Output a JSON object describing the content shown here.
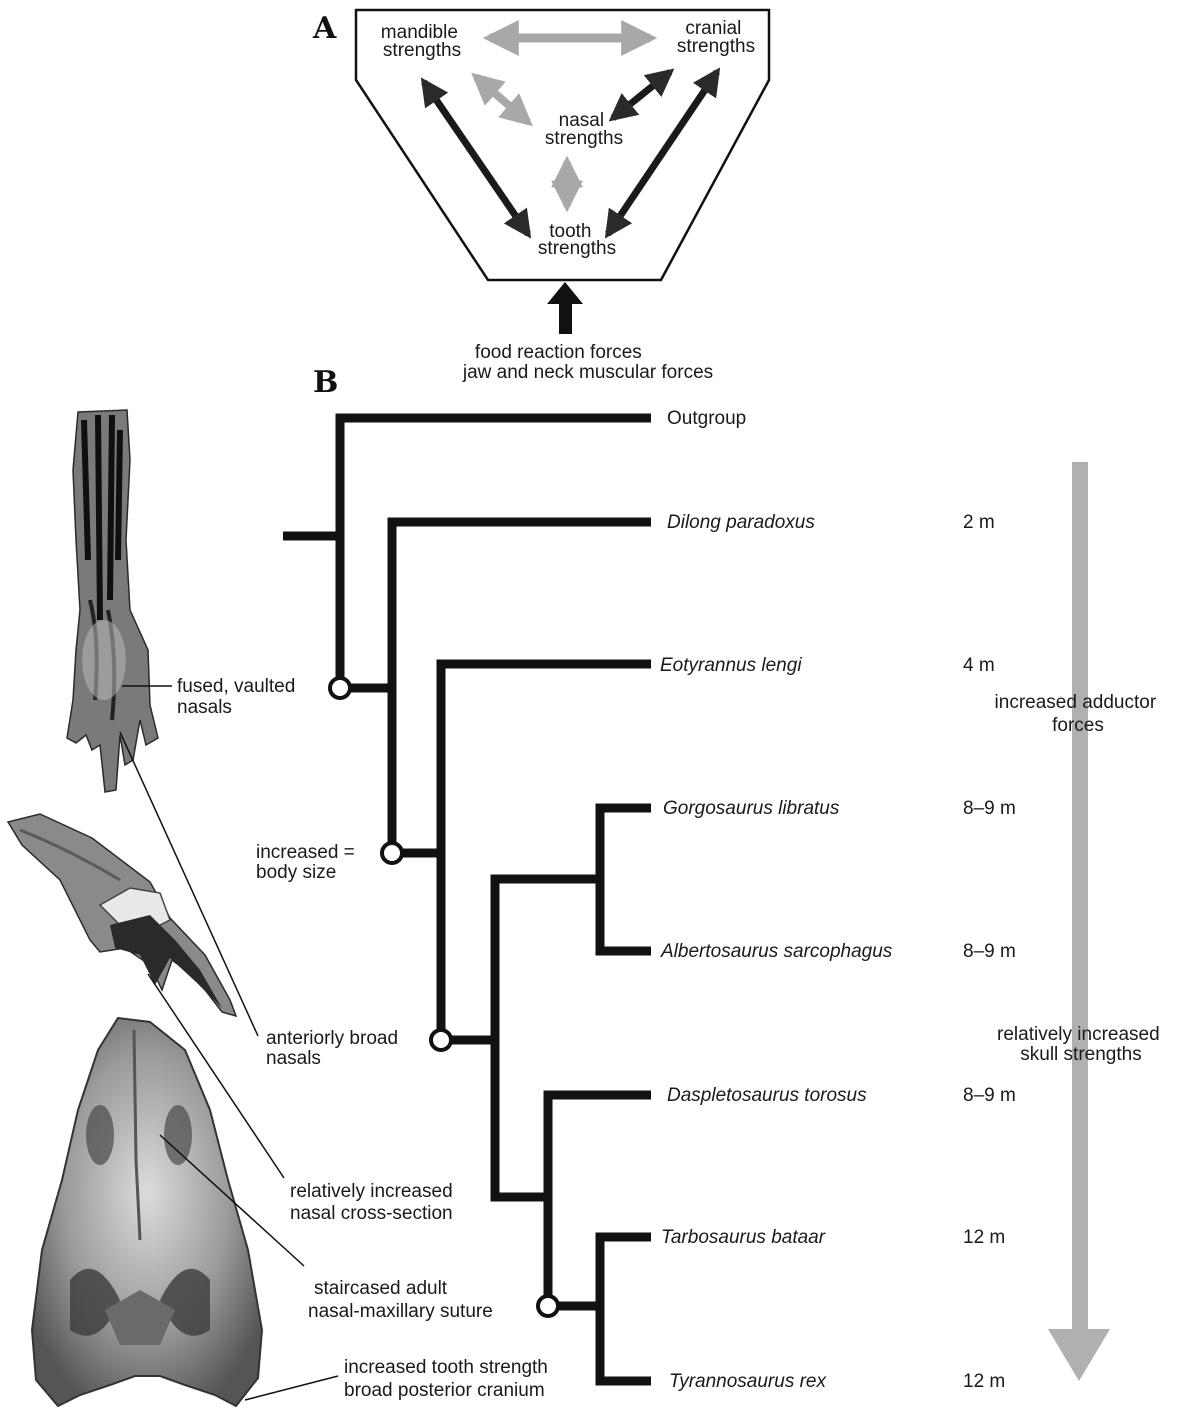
{
  "panel_a": {
    "letter": "A",
    "nodes": {
      "mandible": [
        "mandible",
        "strengths"
      ],
      "cranial": [
        "cranial",
        "strengths"
      ],
      "nasal": [
        "nasal",
        "strengths"
      ],
      "tooth": [
        "tooth",
        "strengths"
      ]
    },
    "input_forces": [
      "food reaction forces",
      "jaw and neck muscular forces"
    ],
    "colors": {
      "strong_link": "#1a1a1a",
      "weak_link": "#a8a8a8"
    }
  },
  "panel_b": {
    "letter": "B",
    "taxa": [
      {
        "name": "Outgroup",
        "size": ""
      },
      {
        "name": "Dilong paradoxus",
        "size": "2 m"
      },
      {
        "name": "Eotyrannus lengi",
        "size": "4 m"
      },
      {
        "name": "Gorgosaurus libratus",
        "size": "8–9 m"
      },
      {
        "name": "Albertosaurus sarcophagus",
        "size": "8–9 m"
      },
      {
        "name": "Daspletosaurus torosus",
        "size": "8–9 m"
      },
      {
        "name": "Tarbosaurus bataar",
        "size": "12 m"
      },
      {
        "name": "Tyrannosaurus rex",
        "size": "12 m"
      }
    ],
    "characters": {
      "fused_nasals": [
        "fused, vaulted",
        "nasals"
      ],
      "body_size": [
        "increased =",
        "body size"
      ],
      "broad_nasals": [
        "anteriorly broad",
        "nasals"
      ],
      "cross_section": [
        "relatively increased",
        "nasal cross-section"
      ],
      "suture": [
        "staircased adult",
        "nasal-maxillary suture"
      ],
      "tooth_strength": [
        "increased tooth strength",
        "broad posterior cranium"
      ]
    },
    "trend_labels": {
      "adductor": [
        "increased adductor",
        "forces"
      ],
      "skull": [
        "relatively increased",
        "skull strengths"
      ]
    },
    "colors": {
      "trend_arrow": "#b0b0b0",
      "tree": "#111111"
    }
  }
}
